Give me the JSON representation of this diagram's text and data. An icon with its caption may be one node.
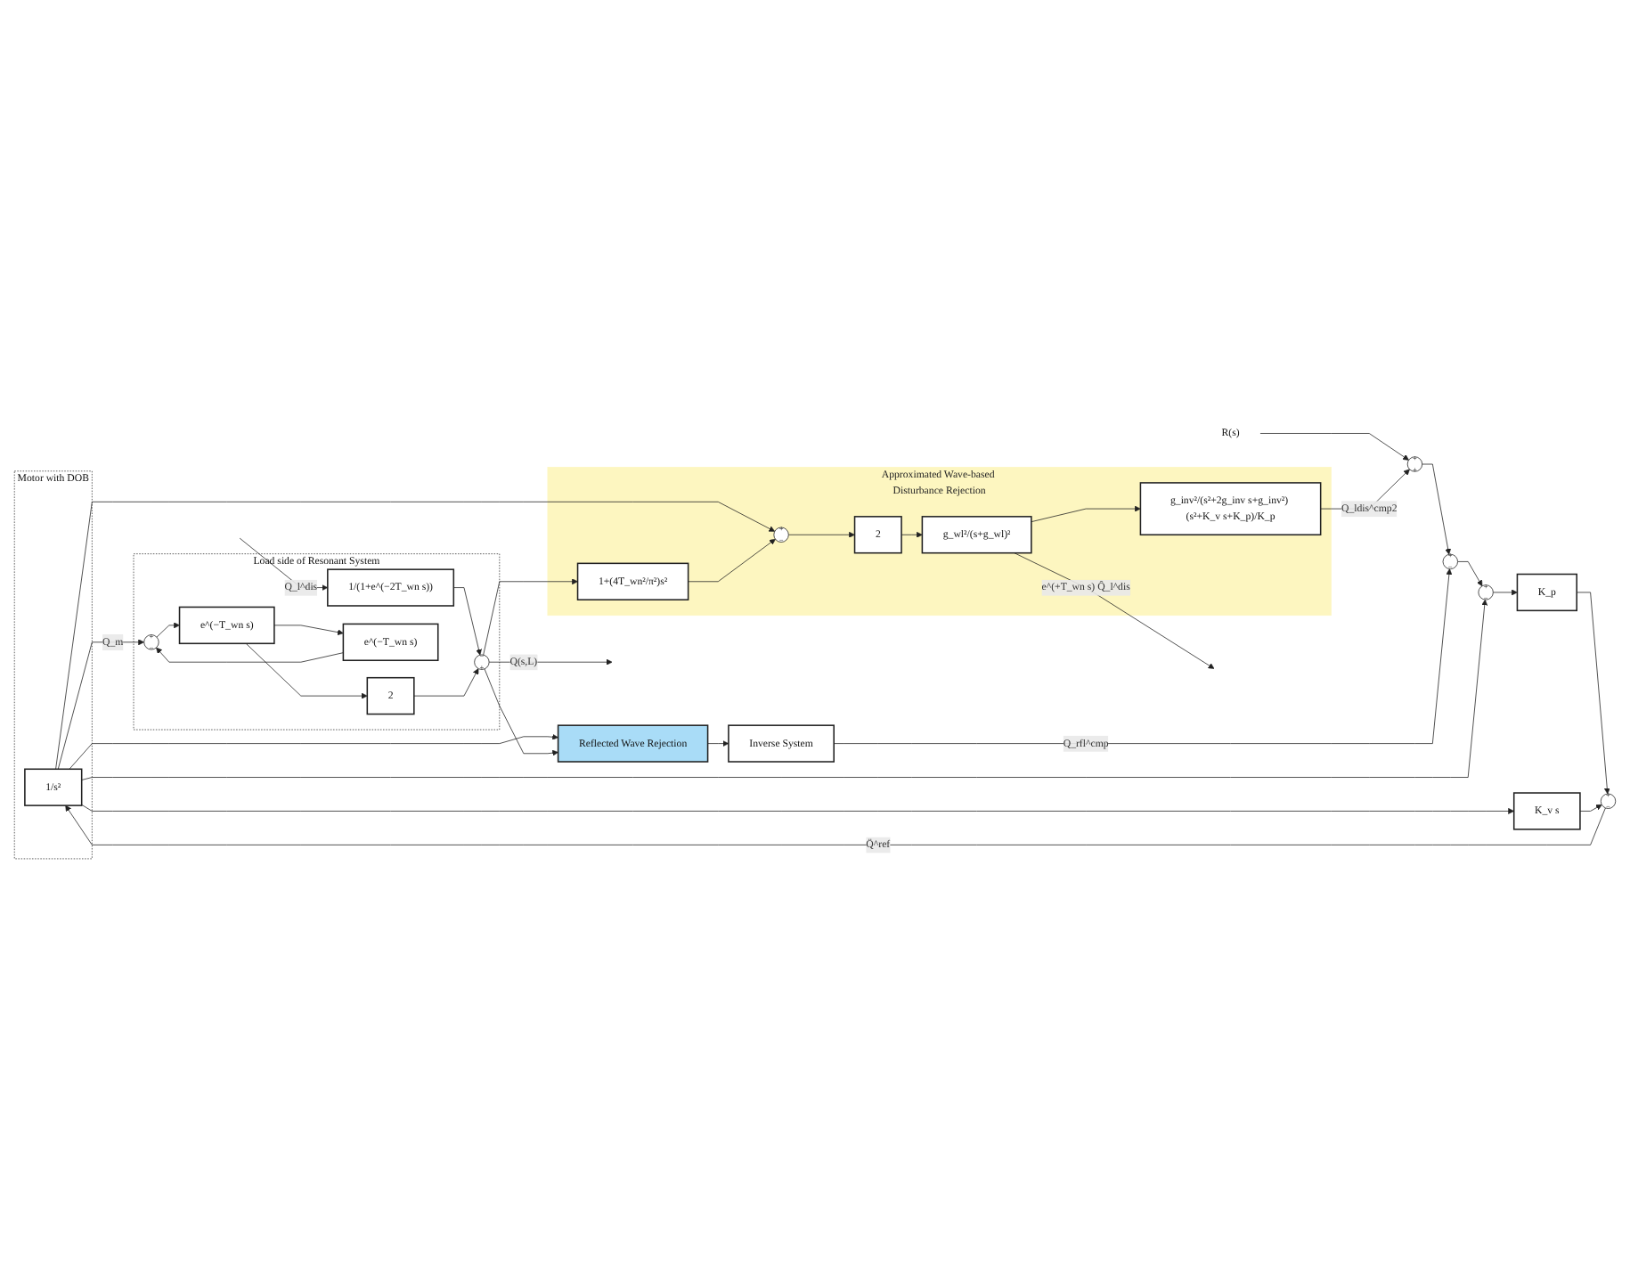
{
  "diagram": {
    "nodes": [
      {
        "text": [
          "Motor with DOB"
        ]
      },
      {
        "text": [
          "Load side of Resonant System"
        ]
      },
      {
        "text": [
          "Approximated Wave-based Disturbance Rejection"
        ]
      },
      {
        "text": [
          "R(s)"
        ]
      },
      {
        "text": [
          "+",
          "+"
        ]
      },
      {
        "text": [
          "+",
          "−"
        ]
      },
      {
        "text": [
          "+",
          "−"
        ]
      },
      {
        "text": [
          "K_p"
        ]
      },
      {
        "text": [
          "K_v s"
        ]
      },
      {
        "text": [
          "+",
          "−"
        ]
      },
      {
        "text": [
          "1/s²"
        ],
        "in": 0
      },
      {
        "text": [
          "+",
          "−"
        ],
        "in": 1
      },
      {
        "text": [
          "e^(−T_wn s)"
        ],
        "in": 1
      },
      {
        "text": [
          "2"
        ],
        "in": 1
      },
      {
        "text": [
          "e^(−T_wn s)"
        ],
        "in": 1
      },
      {
        "text": [
          "1/(1+e^(−2T_wn s))"
        ],
        "in": 1
      },
      {
        "text": [
          "−",
          "+"
        ],
        "in": 1
      },
      {
        "text": [
          "Reflected Wave Rejection"
        ]
      },
      {
        "text": [
          "Inverse System"
        ]
      },
      {
        "text": [
          "+",
          "−"
        ],
        "in": 2
      },
      {
        "text": [
          "1+(4T_wn²/π²)s²"
        ],
        "in": 2
      },
      {
        "text": [
          "2"
        ],
        "in": 2
      },
      {
        "text": [
          "g_wl²/(s+g_wl)²"
        ],
        "in": 2
      },
      {
        "text": [
          "g_inv²/(s²+2g_inv s+g_inv²) (s²+K_v s+K_p)/K_p"
        ],
        "in": 2
      }
    ],
    "edges": [
      {
        "from": 3,
        "to": 4,
        "arrow": "to"
      },
      {
        "from": 4,
        "to": 5,
        "arrow": "to"
      },
      {
        "from": 5,
        "to": 6,
        "arrow": "to"
      },
      {
        "from": 6,
        "to": 7,
        "arrow": "to"
      },
      {
        "from": 7,
        "to": 9,
        "arrow": "to"
      },
      {
        "from": 8,
        "to": 9,
        "arrow": "to"
      },
      {
        "from": 9,
        "to": 10,
        "arrow": "to",
        "label": "Q̈^ref"
      },
      {
        "from": 10,
        "to": 6,
        "arrow": "to"
      },
      {
        "from": 10,
        "to": 8,
        "arrow": "to"
      },
      {
        "from": 10,
        "to": 11,
        "arrow": "to",
        "label": "Q_m"
      },
      {
        "from": 11,
        "to": 12,
        "arrow": "to"
      },
      {
        "from": 12,
        "to": 13,
        "arrow": "to"
      },
      {
        "from": 12,
        "to": 14,
        "arrow": "to"
      },
      {
        "from": 14,
        "to": 11,
        "arrow": "to"
      },
      {
        "from": null,
        "to": 15,
        "arrow": "to",
        "label": "Q_l^dis"
      },
      {
        "from": 15,
        "to": 16,
        "arrow": "to"
      },
      {
        "from": 13,
        "to": 16,
        "arrow": "to"
      },
      {
        "from": 16,
        "to": null,
        "arrow": "to",
        "label": "Q(s,L)"
      },
      {
        "from": 10,
        "to": 17,
        "arrow": "to"
      },
      {
        "from": 16,
        "to": 17,
        "arrow": "to"
      },
      {
        "from": 17,
        "to": 18,
        "arrow": "to"
      },
      {
        "from": 18,
        "to": 5,
        "arrow": "to",
        "label": "Q_rfl^cmp"
      },
      {
        "from": 10,
        "to": 19,
        "arrow": "to"
      },
      {
        "from": 16,
        "to": 20,
        "arrow": "to"
      },
      {
        "from": 20,
        "to": 19,
        "arrow": "to"
      },
      {
        "from": 19,
        "to": 21,
        "arrow": "to"
      },
      {
        "from": 21,
        "to": 22,
        "arrow": "to"
      },
      {
        "from": 22,
        "to": 23,
        "arrow": "to"
      },
      {
        "from": 22,
        "to": null,
        "arrow": "to",
        "label": "e^(+T_wn s) Q̂_l^dis"
      },
      {
        "from": 23,
        "to": 4,
        "arrow": "to",
        "label": "Q_ldis^cmp2"
      }
    ]
  }
}
